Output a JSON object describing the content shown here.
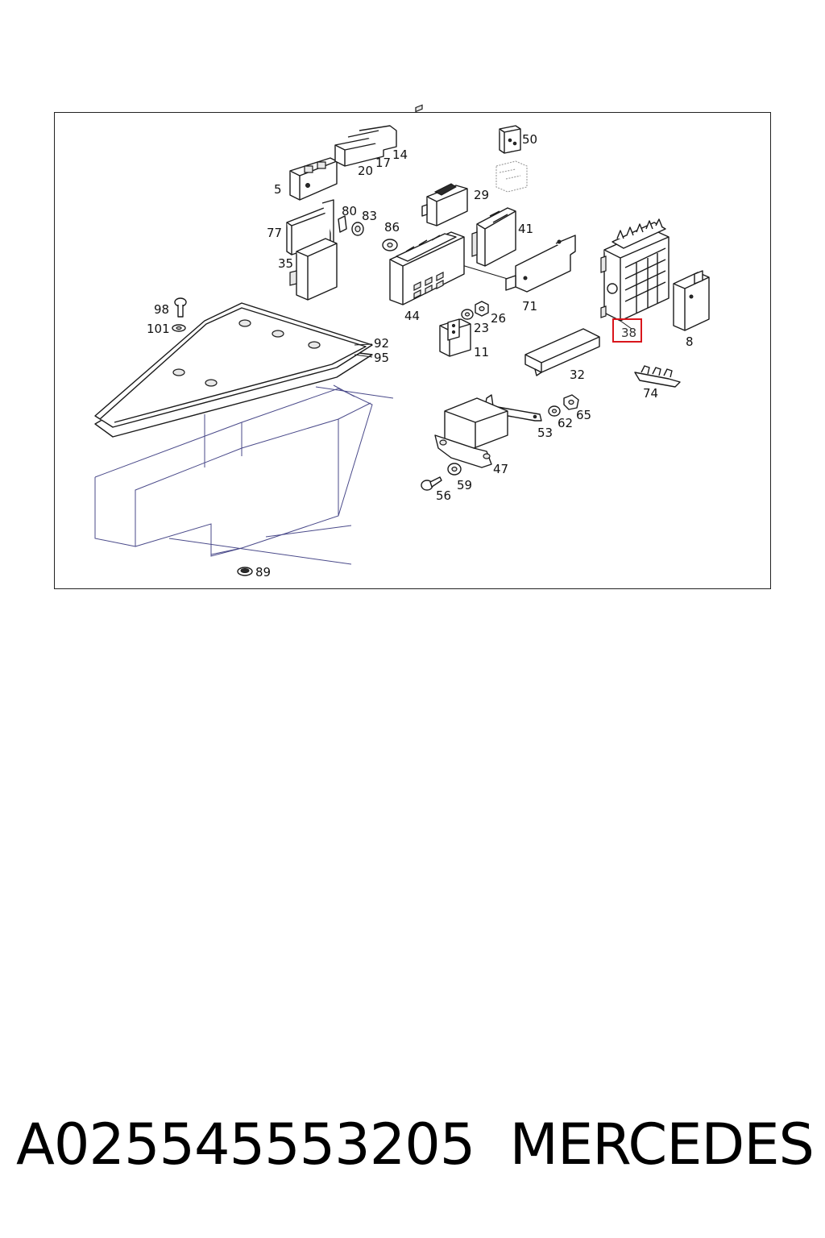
{
  "diagram": {
    "callouts": {
      "c5": "5",
      "c8": "8",
      "c11": "11",
      "c14": "14",
      "c17": "17",
      "c20": "20",
      "c23": "23",
      "c26": "26",
      "c29": "29",
      "c32": "32",
      "c35": "35",
      "c38": "38",
      "c41": "41",
      "c44": "44",
      "c47": "47",
      "c50": "50",
      "c53": "53",
      "c56": "56",
      "c59": "59",
      "c62": "62",
      "c65": "65",
      "c71": "71",
      "c74": "74",
      "c77": "77",
      "c80": "80",
      "c83": "83",
      "c86": "86",
      "c89": "89",
      "c92": "92",
      "c95": "95",
      "c98": "98",
      "c101": "101"
    },
    "highlighted_callout": "38",
    "highlight_color": "#d9161c"
  },
  "caption": {
    "part_number": "A025545553205",
    "brand": "MERCEDES"
  }
}
